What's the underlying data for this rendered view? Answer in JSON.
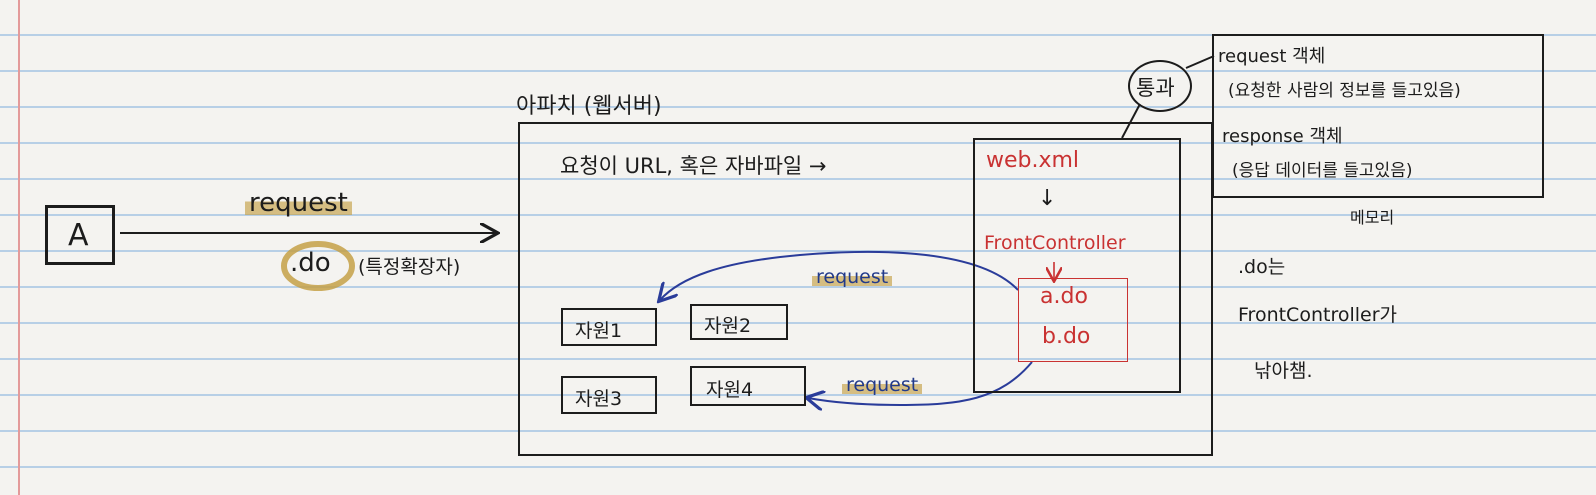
{
  "client_label": "A",
  "request_top": "request",
  "do_label": ".do",
  "do_note": "(특정확장자)",
  "server_title": "아파치 (웹서버)",
  "request_note": "요청이 URL, 혹은 자바파일 →",
  "web_xml": "web.xml",
  "down_arrow": "↓",
  "front_controller": "FrontController",
  "a_do": "a.do",
  "b_do": "b.do",
  "request_blue_1": "request",
  "request_blue_2": "request",
  "resources": [
    "자원1",
    "자원2",
    "자원3",
    "자원4"
  ],
  "tong_gwa": "통과",
  "memory_lines": [
    "request 객체",
    "(요청한 사람의 정보를 들고있음)",
    "response 객체",
    "(응답 데이터를 들고있음)"
  ],
  "memory_label": "메모리",
  "side_note": [
    ".do는",
    "FrontController가",
    "낚아챔."
  ]
}
